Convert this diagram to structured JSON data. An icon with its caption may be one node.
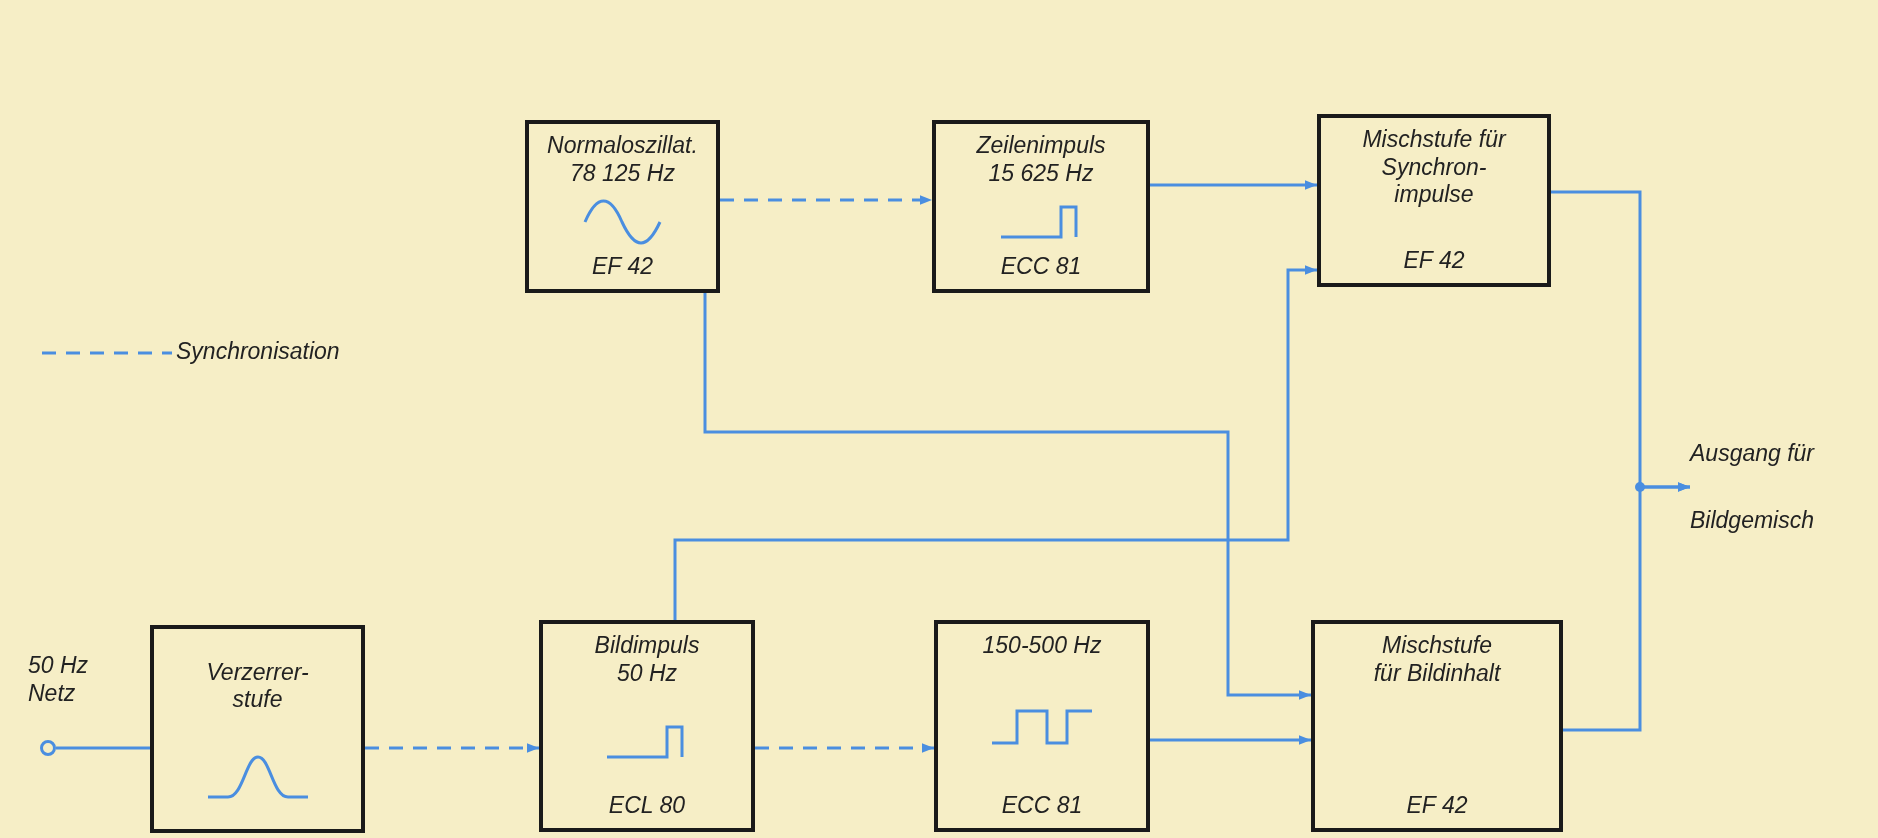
{
  "diagram": {
    "nodes": [
      {
        "text": [],
        "shape": "circle",
        "beside": [
          "50 Hz Netz"
        ]
      },
      {
        "text": [
          "Verzerrer- stufe"
        ]
      },
      {
        "text": [
          "Normaloszillat. 78 125 Hz",
          "EF 42"
        ]
      },
      {
        "text": [
          "Zeilenimpuls 15 625 Hz",
          "ECC 81"
        ]
      },
      {
        "text": [
          "Mischstufe für Synchron- impulse",
          "EF 42"
        ]
      },
      {
        "text": [
          "Bildimpuls 50 Hz",
          "ECL 80"
        ]
      },
      {
        "text": [
          "150-500 Hz",
          "ECC 81"
        ]
      },
      {
        "text": [
          "Mischstufe für Bildinhalt",
          "EF 42"
        ]
      },
      {
        "text": [
          "Ausgang für",
          "Bildgemisch"
        ]
      }
    ],
    "edges": [
      {
        "from": 0,
        "to": 1,
        "arrow": "none"
      },
      {
        "from": 1,
        "to": 5,
        "arrow": "to",
        "style": "dashed"
      },
      {
        "from": 2,
        "to": 3,
        "arrow": "to",
        "style": "dashed"
      },
      {
        "from": 5,
        "to": 6,
        "arrow": "to",
        "style": "dashed"
      },
      {
        "from": 3,
        "to": 4,
        "arrow": "to"
      },
      {
        "from": 2,
        "to": 7,
        "arrow": "to"
      },
      {
        "from": 5,
        "to": 4,
        "arrow": "to"
      },
      {
        "from": 6,
        "to": 7,
        "arrow": "to"
      },
      {
        "from": 4,
        "to": 8,
        "arrow": "to"
      },
      {
        "from": 7,
        "to": 8,
        "arrow": "to"
      }
    ],
    "legend": [
      {
        "text": "Synchronisation"
      }
    ]
  }
}
